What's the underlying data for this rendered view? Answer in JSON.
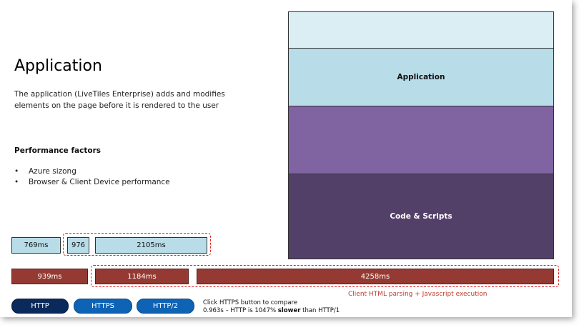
{
  "slide": {
    "title": "Application",
    "description": "The application (LiveTiles Enterprise) adds and modifies elements on the page before it is rendered to the user",
    "factors_heading": "Performance factors",
    "factors": [
      "Azure sizong",
      "Browser & Client Device performance"
    ]
  },
  "stack": {
    "layer_top": "",
    "application": "Application",
    "layer_middle": "",
    "code_scripts": "Code & Scripts"
  },
  "timings": {
    "https_row": [
      "769ms",
      "976",
      "2105ms"
    ],
    "http_row": [
      "939ms",
      "1184ms",
      "4258ms"
    ],
    "note": "Client HTML parsing + Javascript execution"
  },
  "buttons": {
    "http": "HTTP",
    "https": "HTTPS",
    "http2": "HTTP/2"
  },
  "info": {
    "line1": "Click HTTPS button to compare",
    "line2_prefix": "0.963s – HTTP is 1047% ",
    "line2_bold": "slower",
    "line2_suffix": " than HTTP/1"
  },
  "colors": {
    "light_blue": "#b8dce8",
    "purple": "#8064a2",
    "dark_purple": "#534068",
    "brick_red": "#953a32",
    "navy": "#0b2a5c",
    "blue": "#0e63b5",
    "dash_red": "#e02020"
  }
}
